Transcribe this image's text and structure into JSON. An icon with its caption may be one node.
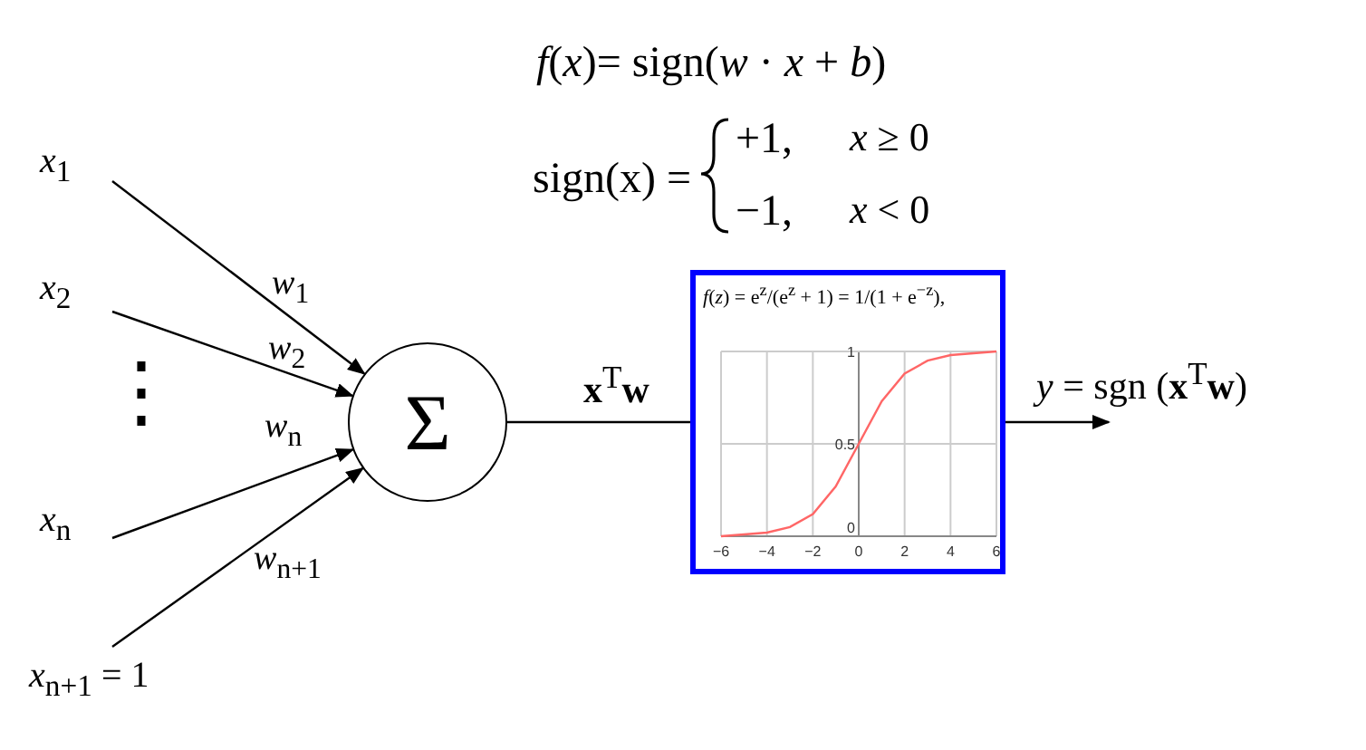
{
  "diagram": {
    "nodes": [
      {
        "text": [
          "*x*$_{1}$"
        ]
      },
      {
        "text": [
          "*x*$_{2}$"
        ]
      },
      {
        "text": [
          "*x*$_{n}$"
        ]
      },
      {
        "text": [
          "*x*$_{n+1}$ = 1"
        ]
      },
      {
        "text": [
          "Σ"
        ]
      },
      {
        "text": [
          "*f*(*z*) = e$^{z}$/(e$^{z}$ + 1) = 1/(1 + e$^{−z}$),"
        ]
      }
    ],
    "edges": [
      {
        "from": 0,
        "to": 4,
        "arrow": "to",
        "label": "*w*$_{1}$"
      },
      {
        "from": 1,
        "to": 4,
        "arrow": "to",
        "label": "*w*$_{2}$"
      },
      {
        "from": 2,
        "to": 4,
        "arrow": "to",
        "label": "*w*$_{n}$"
      },
      {
        "from": 3,
        "to": 4,
        "arrow": "to",
        "label": "*w*$_{n+1}$"
      },
      {
        "from": 4,
        "to": 5,
        "arrow": "none",
        "label": "**x**$^{T}$**w**"
      },
      {
        "from": 5,
        "to": null,
        "arrow": "to",
        "label": "*y* = sgn (**x**$^{T}$**w**)"
      }
    ],
    "labels": [
      "*f*(*x*)= sign(*w* · *x* + *b*)",
      "sign(x) =",
      "+1,",
      "*x* ≥ 0",
      "−1,",
      "*x* < 0",
      "⋮"
    ],
    "chart_data": {
      "type": "line",
      "x": [
        -6,
        -5,
        -4,
        -3,
        -2,
        -1,
        0,
        1,
        2,
        3,
        4,
        5,
        6
      ],
      "series": [
        {
          "color": "#ff6666",
          "values": [
            0,
            0.01,
            0.02,
            0.05,
            0.12,
            0.27,
            0.5,
            0.73,
            0.88,
            0.95,
            0.98,
            0.99,
            1
          ]
        }
      ],
      "grid": true,
      "xlim": [
        -6,
        6
      ],
      "ylim": [
        0,
        1
      ],
      "xticks": [
        -6,
        -4,
        -2,
        0,
        2,
        4,
        6
      ],
      "yticks": [
        0,
        0.5,
        1
      ]
    }
  }
}
